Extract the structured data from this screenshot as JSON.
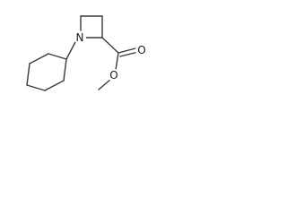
{
  "atoms": {
    "n1": {
      "label": "N"
    },
    "o_carbonyl": {
      "label": "O"
    },
    "o_ester": {
      "label": "O"
    }
  },
  "colors": {
    "bond": "#3a3a3a",
    "label": "#1a1a1a",
    "background": "#ffffff"
  }
}
